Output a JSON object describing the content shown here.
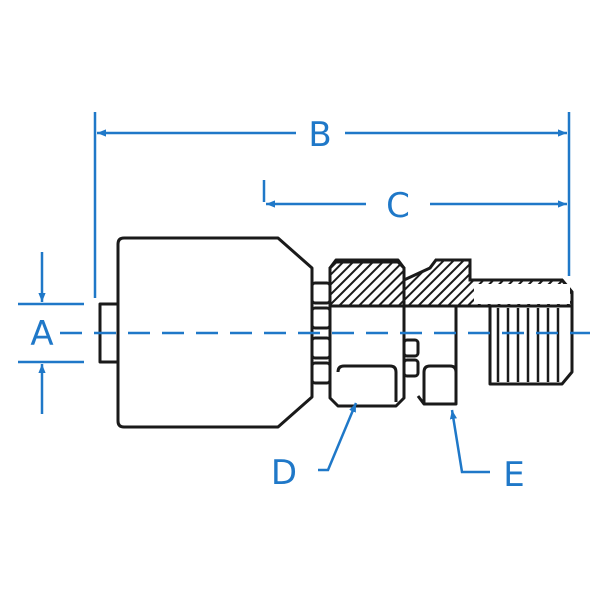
{
  "diagram": {
    "labels": {
      "a": "A",
      "b": "B",
      "c": "C",
      "d": "D",
      "e": "E"
    },
    "colors": {
      "dimension": "#1f78c8",
      "outline": "#1a1a1a",
      "background": "#ffffff"
    }
  }
}
